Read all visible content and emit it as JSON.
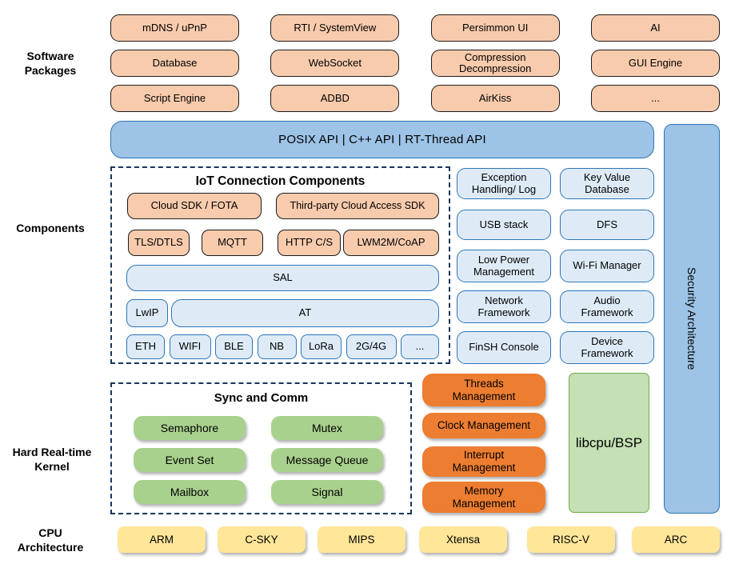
{
  "palette": {
    "package_fill": "#F8CBAD",
    "package_border": "#1a1a1a",
    "api_fill": "#9DC3E6",
    "api_border": "#2E75B6",
    "component_fill": "#DEEBF7",
    "component_border": "#2E75B6",
    "kernel_green": "#A9D18E",
    "mgmt_orange": "#ED7D31",
    "libcpu_fill": "#C5E0B4",
    "libcpu_border": "#70AD47",
    "cpu_yellow": "#FFE699",
    "dashed_border": "#17365D"
  },
  "side_labels": {
    "software_packages": "Software\nPackages",
    "components": "Components",
    "kernel": "Hard Real-time\nKernel",
    "cpu": "CPU\nArchitecture"
  },
  "software_packages": {
    "items": [
      "mDNS / uPnP",
      "RTI / SystemView",
      "Persimmon UI",
      "AI",
      "Database",
      "WebSocket",
      "Compression\nDecompression",
      "GUI Engine",
      "Script Engine",
      "ADBD",
      "AirKiss",
      "..."
    ]
  },
  "api_bar": {
    "label": "POSIX API | C++ API | RT-Thread API"
  },
  "security": {
    "label": "Security Architecture"
  },
  "iot": {
    "title": "IoT Connection Components",
    "cloud_sdk": "Cloud SDK / FOTA",
    "third_party": "Third-party Cloud Access SDK",
    "tls": "TLS/DTLS",
    "mqtt": "MQTT",
    "http": "HTTP C/S",
    "lwm2m": "LWM2M/CoAP",
    "sal": "SAL",
    "lwip": "LwIP",
    "at": "AT",
    "links": [
      "ETH",
      "WIFI",
      "BLE",
      "NB",
      "LoRa",
      "2G/4G",
      "..."
    ]
  },
  "components_right": {
    "items": [
      "Exception\nHandling/ Log",
      "Key Value\nDatabase",
      "USB stack",
      "DFS",
      "Low Power\nManagement",
      "Wi-Fi Manager",
      "Network\nFramework",
      "Audio\nFramework",
      "FinSH Console",
      "Device\nFramework"
    ]
  },
  "kernel": {
    "sync_title": "Sync and Comm",
    "sync_items": [
      "Semaphore",
      "Mutex",
      "Event Set",
      "Message Queue",
      "Mailbox",
      "Signal"
    ],
    "mgmt_items": [
      "Threads\nManagement",
      "Clock Management",
      "Interrupt\nManagement",
      "Memory\nManagement"
    ],
    "libcpu": "libcpu/BSP"
  },
  "cpu": {
    "items": [
      "ARM",
      "C-SKY",
      "MIPS",
      "Xtensa",
      "RISC-V",
      "ARC"
    ]
  }
}
